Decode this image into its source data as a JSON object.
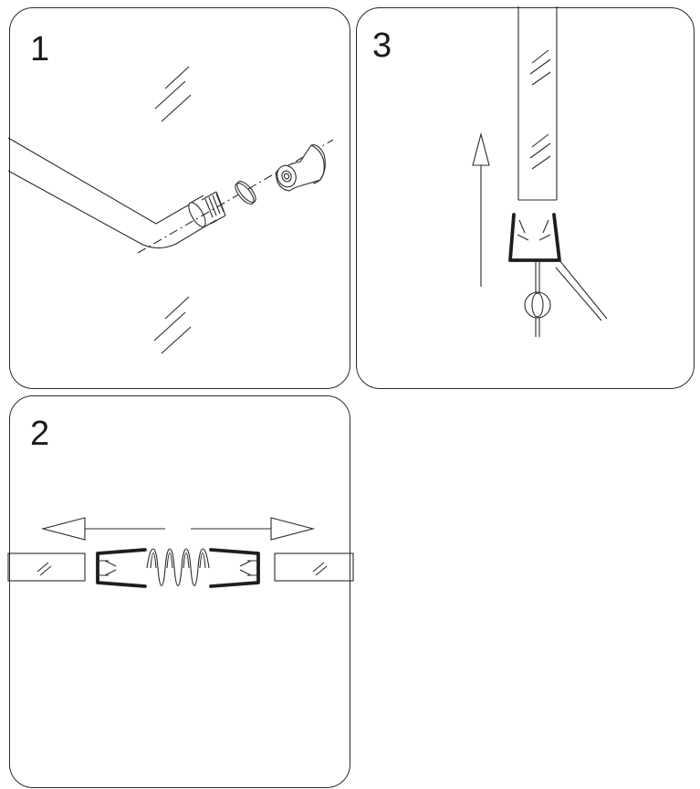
{
  "steps": [
    {
      "number": "1"
    },
    {
      "number": "3"
    },
    {
      "number": "2"
    }
  ],
  "colors": {
    "line": "#2b2b2b",
    "background": "#ffffff",
    "seal": "#1e1e1e"
  }
}
